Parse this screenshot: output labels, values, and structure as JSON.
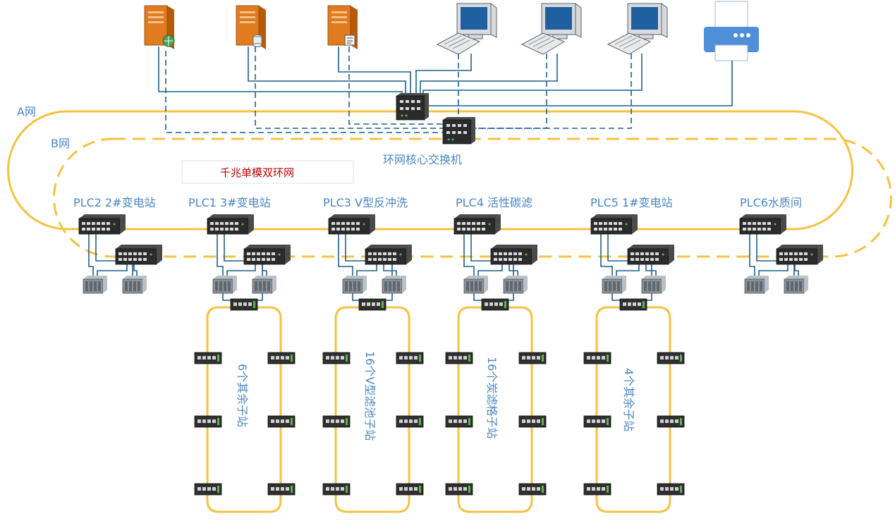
{
  "labels": {
    "net_a": "A网",
    "net_b": "B网",
    "core_switch": "环网核心交换机",
    "ring_title": "千兆单模双环网"
  },
  "stations": [
    {
      "id": "plc2",
      "label": "PLC2 2#变电站"
    },
    {
      "id": "plc1",
      "label": "PLC1 3#变电站"
    },
    {
      "id": "plc3",
      "label": "PLC3 V型反冲洗"
    },
    {
      "id": "plc4",
      "label": "PLC4 活性碳滤"
    },
    {
      "id": "plc5",
      "label": "PLC5 1#变电站"
    },
    {
      "id": "plc6",
      "label": "PLC6水质间"
    }
  ],
  "sub_rings": [
    {
      "id": "ring-plc1",
      "label": "6个其余子站"
    },
    {
      "id": "ring-plc3",
      "label": "16个V型滤池子站"
    },
    {
      "id": "ring-plc4",
      "label": "16个炭滤格子站"
    },
    {
      "id": "ring-plc5",
      "label": "4个其余子站"
    }
  ],
  "colors": {
    "ring": "#f5c242",
    "link": "#1f5f8b",
    "label": "#4a86c5",
    "title": "#c00000"
  },
  "icons": {
    "servers": [
      "web-server-icon",
      "database-server-icon",
      "application-server-icon"
    ],
    "workstations": [
      "workstation-icon",
      "workstation-icon",
      "workstation-icon"
    ],
    "printer": "printer-icon"
  }
}
